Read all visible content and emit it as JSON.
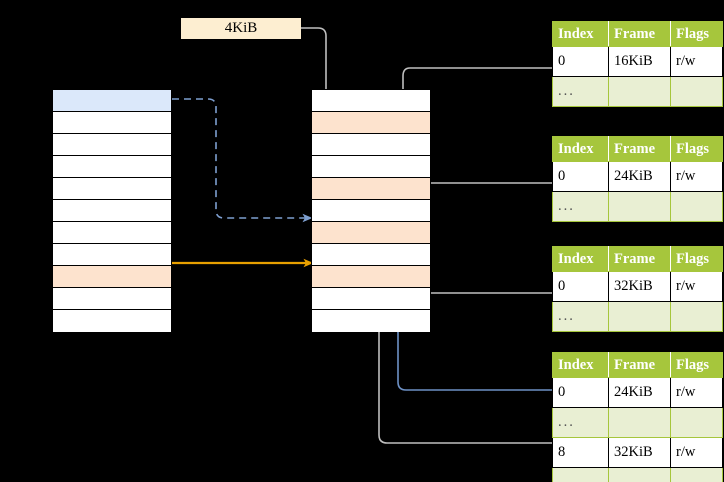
{
  "diagram": {
    "title_label": "4KiB",
    "label_color": "#fdeed1",
    "accent_green": "#a6c63c",
    "accent_peach": "#fde3ce",
    "accent_blue": "#dbe8fa",
    "accent_orange": "#e8a000",
    "accent_line_blue": "#5b8fd1",
    "highlight_yellow": "#fcf47e"
  },
  "left_column": {
    "name": "virtual-address-space",
    "rows": [
      {
        "fill": "blue"
      },
      {
        "fill": "white"
      },
      {
        "fill": "white"
      },
      {
        "fill": "white"
      },
      {
        "fill": "white"
      },
      {
        "fill": "white"
      },
      {
        "fill": "white"
      },
      {
        "fill": "white"
      },
      {
        "fill": "peach"
      },
      {
        "fill": "white"
      },
      {
        "fill": "white"
      }
    ]
  },
  "middle_column": {
    "name": "physical-address-space",
    "rows": [
      {
        "fill": "white"
      },
      {
        "fill": "peach"
      },
      {
        "fill": "white"
      },
      {
        "fill": "white"
      },
      {
        "fill": "peach"
      },
      {
        "fill": "white"
      },
      {
        "fill": "peach"
      },
      {
        "fill": "white"
      },
      {
        "fill": "peach"
      },
      {
        "fill": "white"
      },
      {
        "fill": "white"
      }
    ]
  },
  "page_tables": [
    {
      "name": "page-table-1",
      "headers": [
        "Index",
        "Frame",
        "Flags"
      ],
      "rows": [
        {
          "type": "entry",
          "cells": [
            "0",
            "16KiB",
            "r/w"
          ],
          "highlight": []
        },
        {
          "type": "ellipsis",
          "cells": [
            "...",
            "",
            ""
          ],
          "highlight": []
        }
      ]
    },
    {
      "name": "page-table-2",
      "headers": [
        "Index",
        "Frame",
        "Flags"
      ],
      "rows": [
        {
          "type": "entry",
          "cells": [
            "0",
            "24KiB",
            "r/w"
          ],
          "highlight": []
        },
        {
          "type": "ellipsis",
          "cells": [
            "...",
            "",
            ""
          ],
          "highlight": []
        }
      ]
    },
    {
      "name": "page-table-3",
      "headers": [
        "Index",
        "Frame",
        "Flags"
      ],
      "rows": [
        {
          "type": "entry",
          "cells": [
            "0",
            "32KiB",
            "r/w"
          ],
          "highlight": []
        },
        {
          "type": "ellipsis",
          "cells": [
            "...",
            "",
            ""
          ],
          "highlight": []
        }
      ]
    },
    {
      "name": "page-table-4",
      "headers": [
        "Index",
        "Frame",
        "Flags"
      ],
      "rows": [
        {
          "type": "entry",
          "cells": [
            "0",
            "24KiB",
            "r/w"
          ],
          "highlight": [
            1,
            2
          ]
        },
        {
          "type": "ellipsis",
          "cells": [
            "...",
            "",
            ""
          ],
          "highlight": []
        },
        {
          "type": "entry",
          "cells": [
            "8",
            "32KiB",
            "r/w"
          ],
          "highlight": []
        },
        {
          "type": "ellipsis",
          "cells": [
            "...",
            "",
            ""
          ],
          "highlight": []
        }
      ]
    }
  ]
}
